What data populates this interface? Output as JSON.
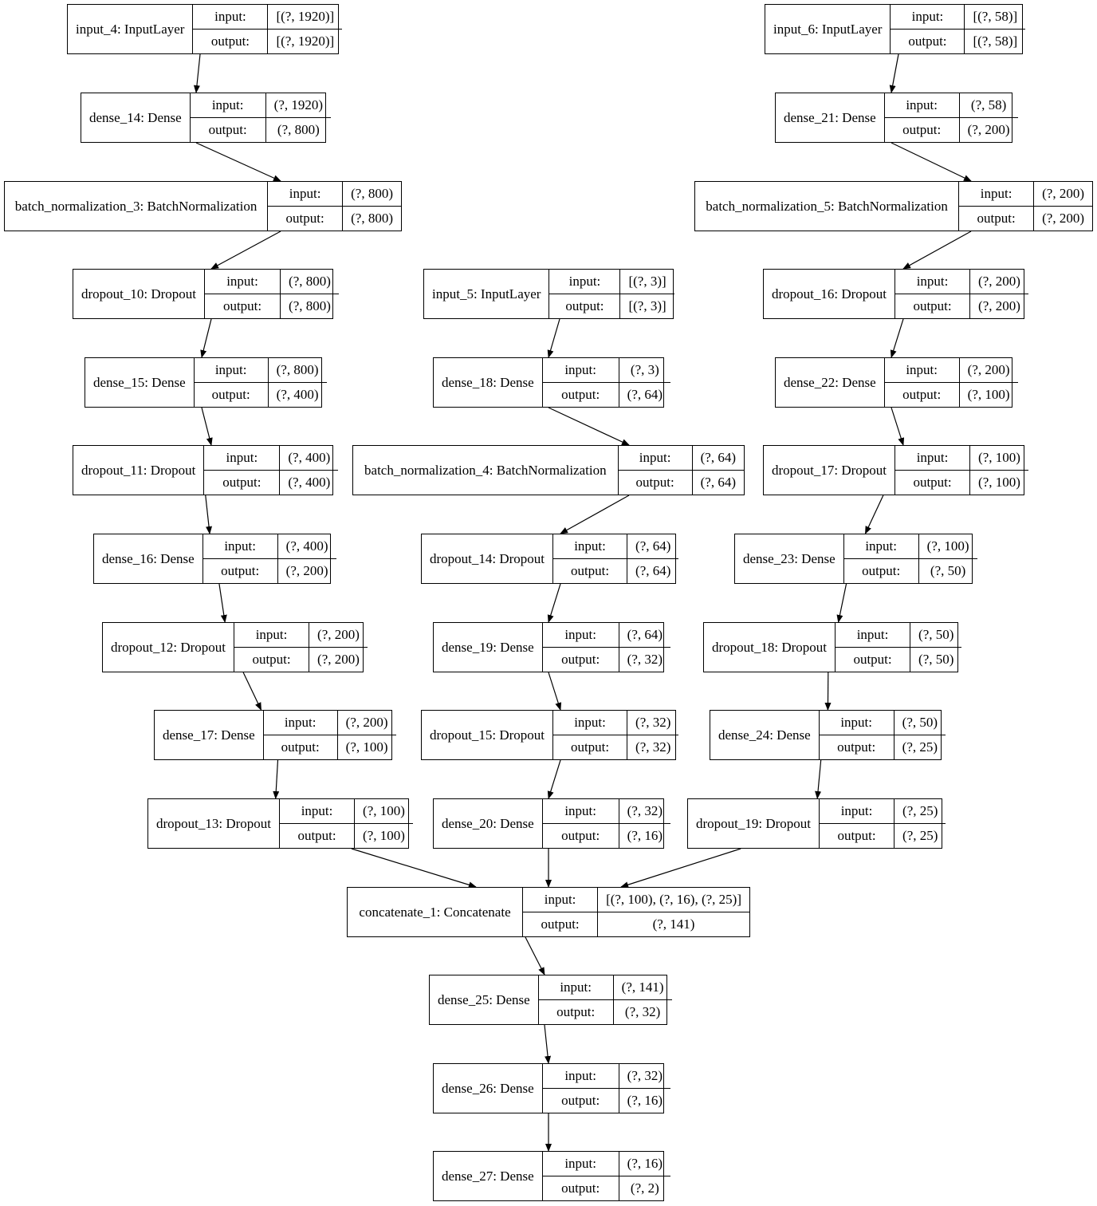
{
  "io_labels": {
    "input": "input:",
    "output": "output:"
  },
  "nodes": [
    {
      "id": "input_4",
      "name": "input_4: InputLayer",
      "input": "[(?, 1920)]",
      "output": "[(?, 1920)]"
    },
    {
      "id": "dense_14",
      "name": "dense_14: Dense",
      "input": "(?, 1920)",
      "output": "(?, 800)"
    },
    {
      "id": "batch_normalization_3",
      "name": "batch_normalization_3: BatchNormalization",
      "input": "(?, 800)",
      "output": "(?, 800)"
    },
    {
      "id": "dropout_10",
      "name": "dropout_10: Dropout",
      "input": "(?, 800)",
      "output": "(?, 800)"
    },
    {
      "id": "dense_15",
      "name": "dense_15: Dense",
      "input": "(?, 800)",
      "output": "(?, 400)"
    },
    {
      "id": "dropout_11",
      "name": "dropout_11: Dropout",
      "input": "(?, 400)",
      "output": "(?, 400)"
    },
    {
      "id": "dense_16",
      "name": "dense_16: Dense",
      "input": "(?, 400)",
      "output": "(?, 200)"
    },
    {
      "id": "dropout_12",
      "name": "dropout_12: Dropout",
      "input": "(?, 200)",
      "output": "(?, 200)"
    },
    {
      "id": "dense_17",
      "name": "dense_17: Dense",
      "input": "(?, 200)",
      "output": "(?, 100)"
    },
    {
      "id": "dropout_13",
      "name": "dropout_13: Dropout",
      "input": "(?, 100)",
      "output": "(?, 100)"
    },
    {
      "id": "input_5",
      "name": "input_5: InputLayer",
      "input": "[(?, 3)]",
      "output": "[(?, 3)]"
    },
    {
      "id": "dense_18",
      "name": "dense_18: Dense",
      "input": "(?, 3)",
      "output": "(?, 64)"
    },
    {
      "id": "batch_normalization_4",
      "name": "batch_normalization_4: BatchNormalization",
      "input": "(?, 64)",
      "output": "(?, 64)"
    },
    {
      "id": "dropout_14",
      "name": "dropout_14: Dropout",
      "input": "(?, 64)",
      "output": "(?, 64)"
    },
    {
      "id": "dense_19",
      "name": "dense_19: Dense",
      "input": "(?, 64)",
      "output": "(?, 32)"
    },
    {
      "id": "dropout_15",
      "name": "dropout_15: Dropout",
      "input": "(?, 32)",
      "output": "(?, 32)"
    },
    {
      "id": "dense_20",
      "name": "dense_20: Dense",
      "input": "(?, 32)",
      "output": "(?, 16)"
    },
    {
      "id": "input_6",
      "name": "input_6: InputLayer",
      "input": "[(?, 58)]",
      "output": "[(?, 58)]"
    },
    {
      "id": "dense_21",
      "name": "dense_21: Dense",
      "input": "(?, 58)",
      "output": "(?, 200)"
    },
    {
      "id": "batch_normalization_5",
      "name": "batch_normalization_5: BatchNormalization",
      "input": "(?, 200)",
      "output": "(?, 200)"
    },
    {
      "id": "dropout_16",
      "name": "dropout_16: Dropout",
      "input": "(?, 200)",
      "output": "(?, 200)"
    },
    {
      "id": "dense_22",
      "name": "dense_22: Dense",
      "input": "(?, 200)",
      "output": "(?, 100)"
    },
    {
      "id": "dropout_17",
      "name": "dropout_17: Dropout",
      "input": "(?, 100)",
      "output": "(?, 100)"
    },
    {
      "id": "dense_23",
      "name": "dense_23: Dense",
      "input": "(?, 100)",
      "output": "(?, 50)"
    },
    {
      "id": "dropout_18",
      "name": "dropout_18: Dropout",
      "input": "(?, 50)",
      "output": "(?, 50)"
    },
    {
      "id": "dense_24",
      "name": "dense_24: Dense",
      "input": "(?, 50)",
      "output": "(?, 25)"
    },
    {
      "id": "dropout_19",
      "name": "dropout_19: Dropout",
      "input": "(?, 25)",
      "output": "(?, 25)"
    },
    {
      "id": "concatenate_1",
      "name": "concatenate_1: Concatenate",
      "input": "[(?, 100), (?, 16), (?, 25)]",
      "output": "(?, 141)"
    },
    {
      "id": "dense_25",
      "name": "dense_25: Dense",
      "input": "(?, 141)",
      "output": "(?, 32)"
    },
    {
      "id": "dense_26",
      "name": "dense_26: Dense",
      "input": "(?, 32)",
      "output": "(?, 16)"
    },
    {
      "id": "dense_27",
      "name": "dense_27: Dense",
      "input": "(?, 16)",
      "output": "(?, 2)"
    }
  ],
  "edges": [
    [
      "input_4",
      "dense_14"
    ],
    [
      "dense_14",
      "batch_normalization_3"
    ],
    [
      "batch_normalization_3",
      "dropout_10"
    ],
    [
      "dropout_10",
      "dense_15"
    ],
    [
      "dense_15",
      "dropout_11"
    ],
    [
      "dropout_11",
      "dense_16"
    ],
    [
      "dense_16",
      "dropout_12"
    ],
    [
      "dropout_12",
      "dense_17"
    ],
    [
      "dense_17",
      "dropout_13"
    ],
    [
      "input_5",
      "dense_18"
    ],
    [
      "dense_18",
      "batch_normalization_4"
    ],
    [
      "batch_normalization_4",
      "dropout_14"
    ],
    [
      "dropout_14",
      "dense_19"
    ],
    [
      "dense_19",
      "dropout_15"
    ],
    [
      "dropout_15",
      "dense_20"
    ],
    [
      "input_6",
      "dense_21"
    ],
    [
      "dense_21",
      "batch_normalization_5"
    ],
    [
      "batch_normalization_5",
      "dropout_16"
    ],
    [
      "dropout_16",
      "dense_22"
    ],
    [
      "dense_22",
      "dropout_17"
    ],
    [
      "dropout_17",
      "dense_23"
    ],
    [
      "dense_23",
      "dropout_18"
    ],
    [
      "dropout_18",
      "dense_24"
    ],
    [
      "dense_24",
      "dropout_19"
    ],
    [
      "dropout_13",
      "concatenate_1"
    ],
    [
      "dense_20",
      "concatenate_1"
    ],
    [
      "dropout_19",
      "concatenate_1"
    ],
    [
      "concatenate_1",
      "dense_25"
    ],
    [
      "dense_25",
      "dense_26"
    ],
    [
      "dense_26",
      "dense_27"
    ]
  ]
}
